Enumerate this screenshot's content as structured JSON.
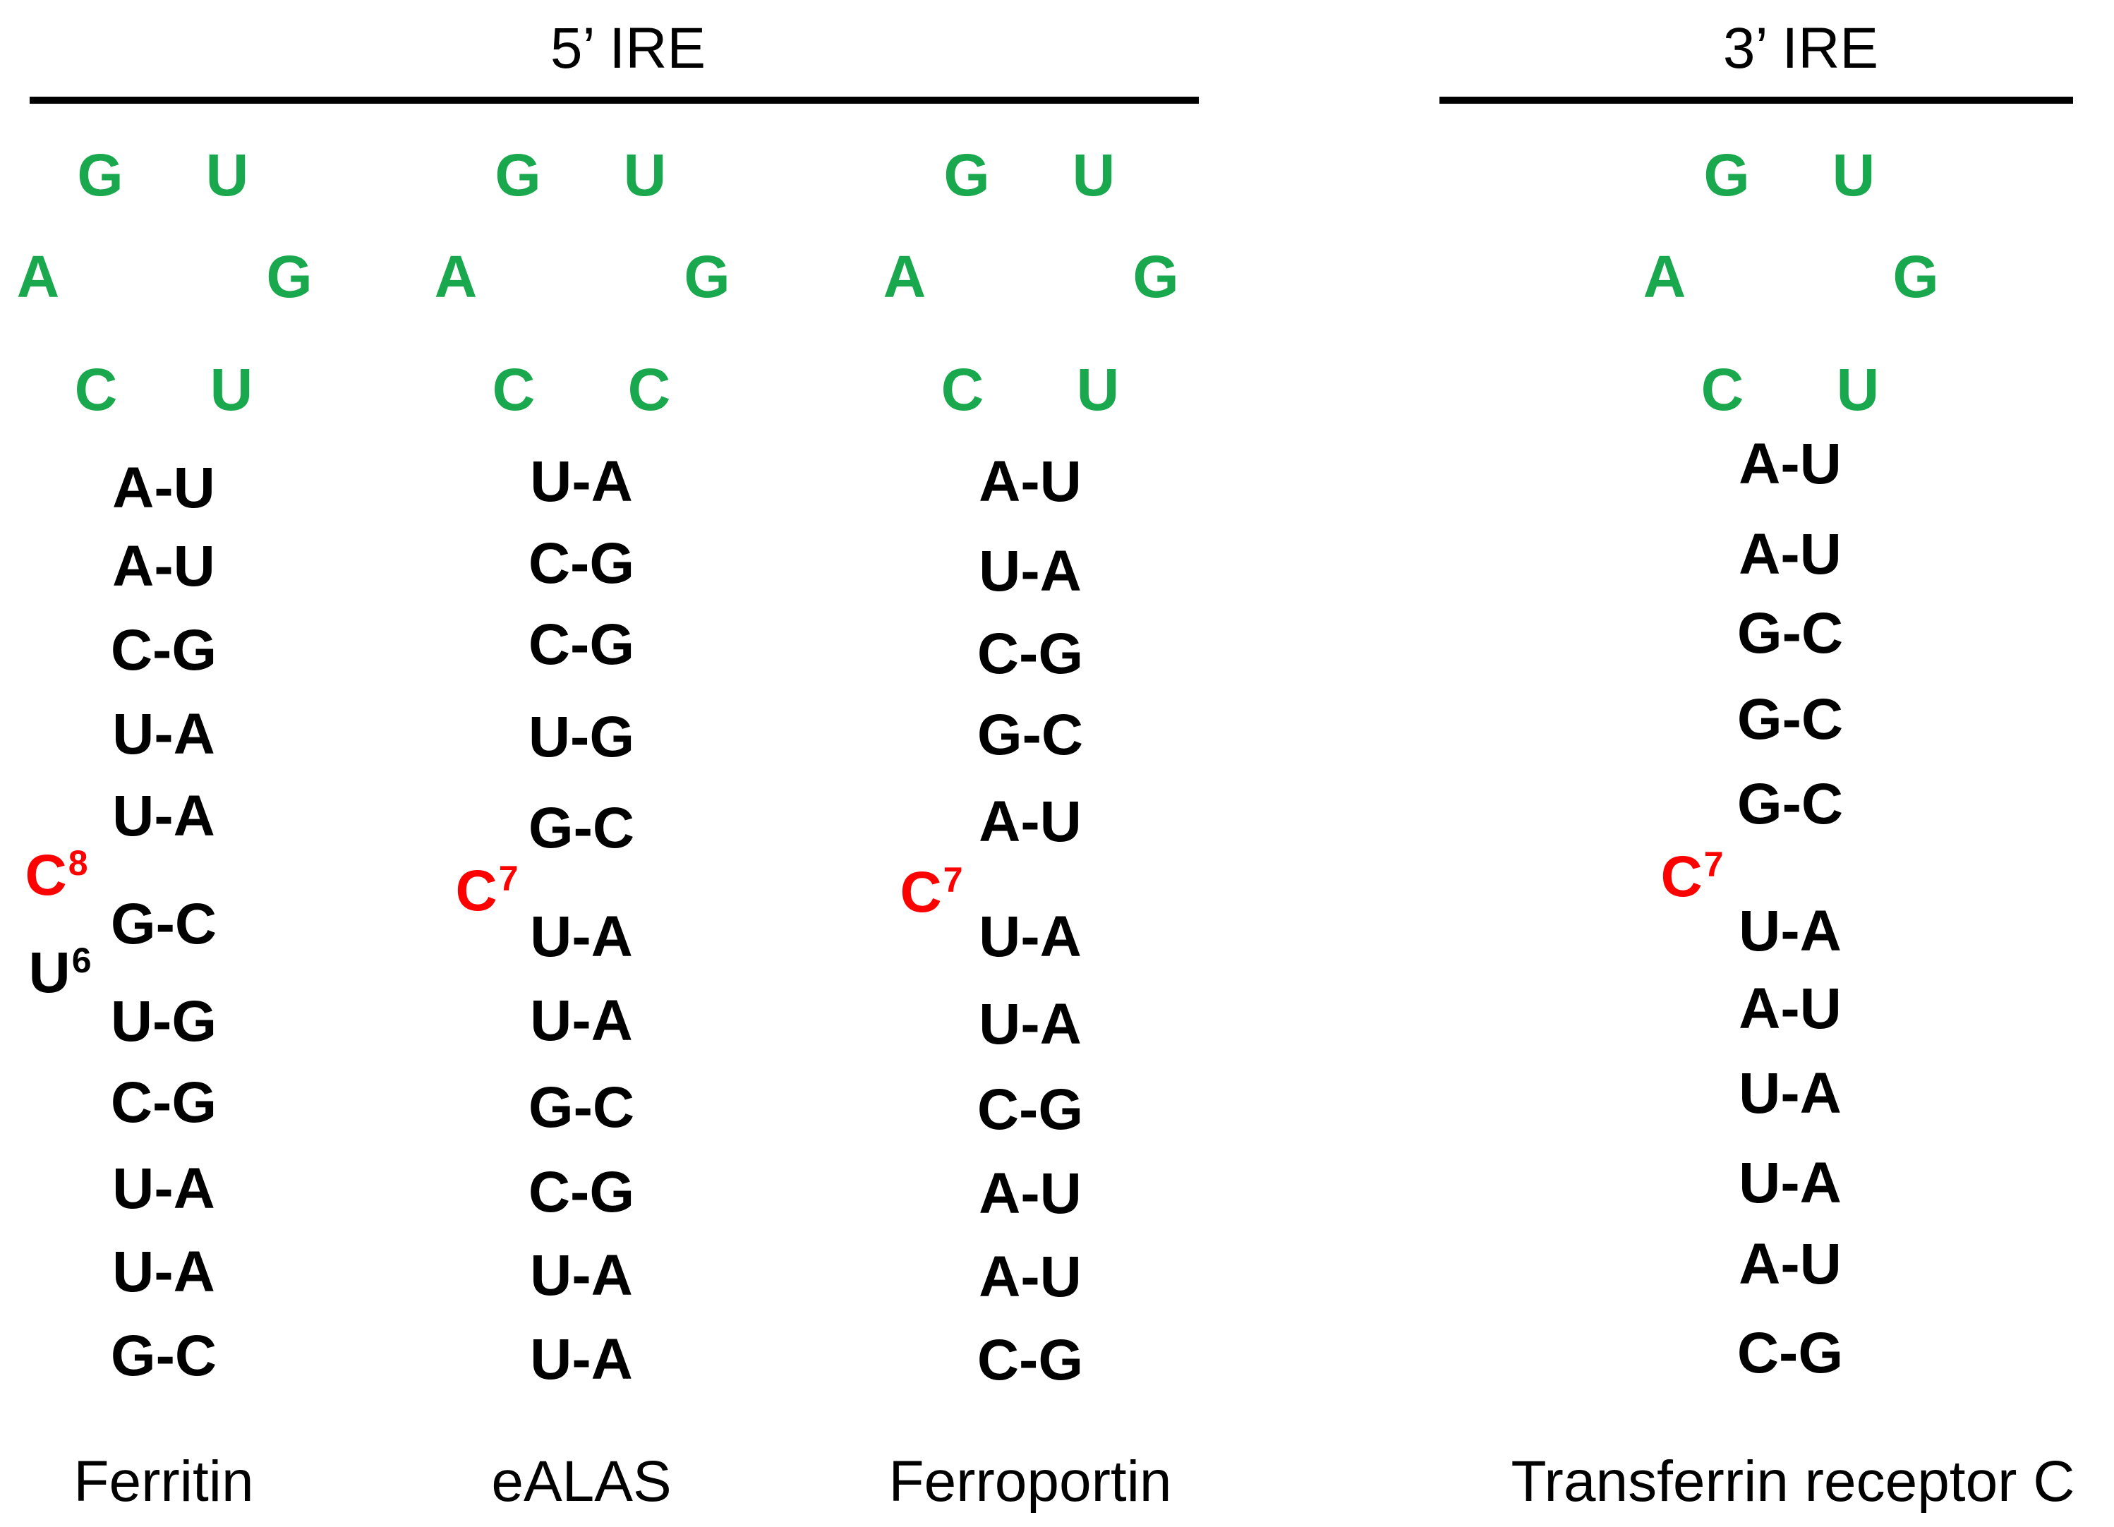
{
  "headers": {
    "five_prime": "5’ IRE",
    "three_prime": "3’ IRE"
  },
  "colors": {
    "loop": "#1aa84e",
    "highlight": "#ff0000",
    "text": "#000000"
  },
  "structures": [
    {
      "label": "Ferritin",
      "loop": {
        "top": [
          "G",
          "U"
        ],
        "middle": [
          "A",
          "G"
        ],
        "bottom": [
          "C",
          "U"
        ]
      },
      "pairs": [
        "A-U",
        "A-U",
        "C-G",
        "U-A",
        "U-A",
        "G-C",
        "U-G",
        "C-G",
        "U-A",
        "U-A",
        "G-C"
      ],
      "bulges": [
        {
          "base": "C",
          "index": "8",
          "color": "red"
        },
        {
          "base": "U",
          "index": "6",
          "color": "black"
        }
      ]
    },
    {
      "label": "eALAS",
      "loop": {
        "top": [
          "G",
          "U"
        ],
        "middle": [
          "A",
          "G"
        ],
        "bottom": [
          "C",
          "C"
        ]
      },
      "pairs": [
        "U-A",
        "C-G",
        "C-G",
        "U-G",
        "G-C",
        "U-A",
        "U-A",
        "G-C",
        "C-G",
        "U-A",
        "U-A"
      ],
      "bulges": [
        {
          "base": "C",
          "index": "7",
          "color": "red"
        }
      ]
    },
    {
      "label": "Ferroportin",
      "loop": {
        "top": [
          "G",
          "U"
        ],
        "middle": [
          "A",
          "G"
        ],
        "bottom": [
          "C",
          "U"
        ]
      },
      "pairs": [
        "A-U",
        "U-A",
        "C-G",
        "G-C",
        "A-U",
        "U-A",
        "U-A",
        "C-G",
        "A-U",
        "A-U",
        "C-G"
      ],
      "bulges": [
        {
          "base": "C",
          "index": "7",
          "color": "red"
        }
      ]
    },
    {
      "label": "Transferrin receptor C",
      "loop": {
        "top": [
          "G",
          "U"
        ],
        "middle": [
          "A",
          "G"
        ],
        "bottom": [
          "C",
          "U"
        ]
      },
      "pairs": [
        "A-U",
        "A-U",
        "G-C",
        "G-C",
        "G-C",
        "U-A",
        "A-U",
        "U-A",
        "U-A",
        "A-U",
        "C-G"
      ],
      "bulges": [
        {
          "base": "C",
          "index": "7",
          "color": "red"
        }
      ]
    }
  ]
}
